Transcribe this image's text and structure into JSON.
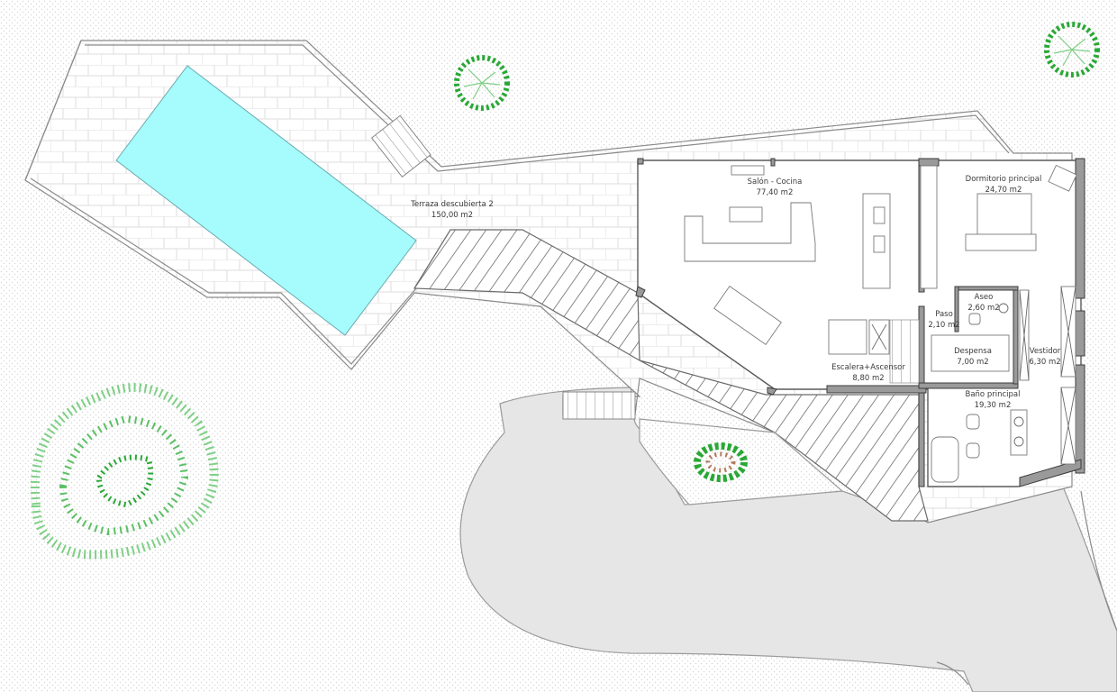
{
  "plan": {
    "title": "Floor plan",
    "colors": {
      "ground_dots": "#d6d6d6",
      "paving": "#ffffff",
      "paving_lines": "#dedede",
      "pool": "#a6fbfc",
      "pool_stroke": "#6aaab0",
      "driveway": "#e6e6e6",
      "wall_fill": "#9a9a9a",
      "wall_stroke": "#3c3c3c",
      "tree": "#2aa836",
      "tree_light": "#7fcf86",
      "shrub_brown": "#b07a5a"
    }
  },
  "rooms": {
    "terraza": {
      "name": "Terraza descubierta 2",
      "area": "150,00 m2"
    },
    "salon": {
      "name": "Salón - Cocina",
      "area": "77,40 m2"
    },
    "dormitorio": {
      "name": "Dormitorio principal",
      "area": "24,70 m2"
    },
    "aseo": {
      "name": "Aseo",
      "area": "2,60 m2"
    },
    "paso": {
      "name": "Paso",
      "area": "2,10 m2"
    },
    "despensa": {
      "name": "Despensa",
      "area": "7,00 m2"
    },
    "vestidor": {
      "name": "Vestidor",
      "area": "6,30 m2"
    },
    "escalera": {
      "name": "Escalera+Ascensor",
      "area": "8,80 m2"
    },
    "bano": {
      "name": "Baño principal",
      "area": "19,30 m2"
    }
  }
}
